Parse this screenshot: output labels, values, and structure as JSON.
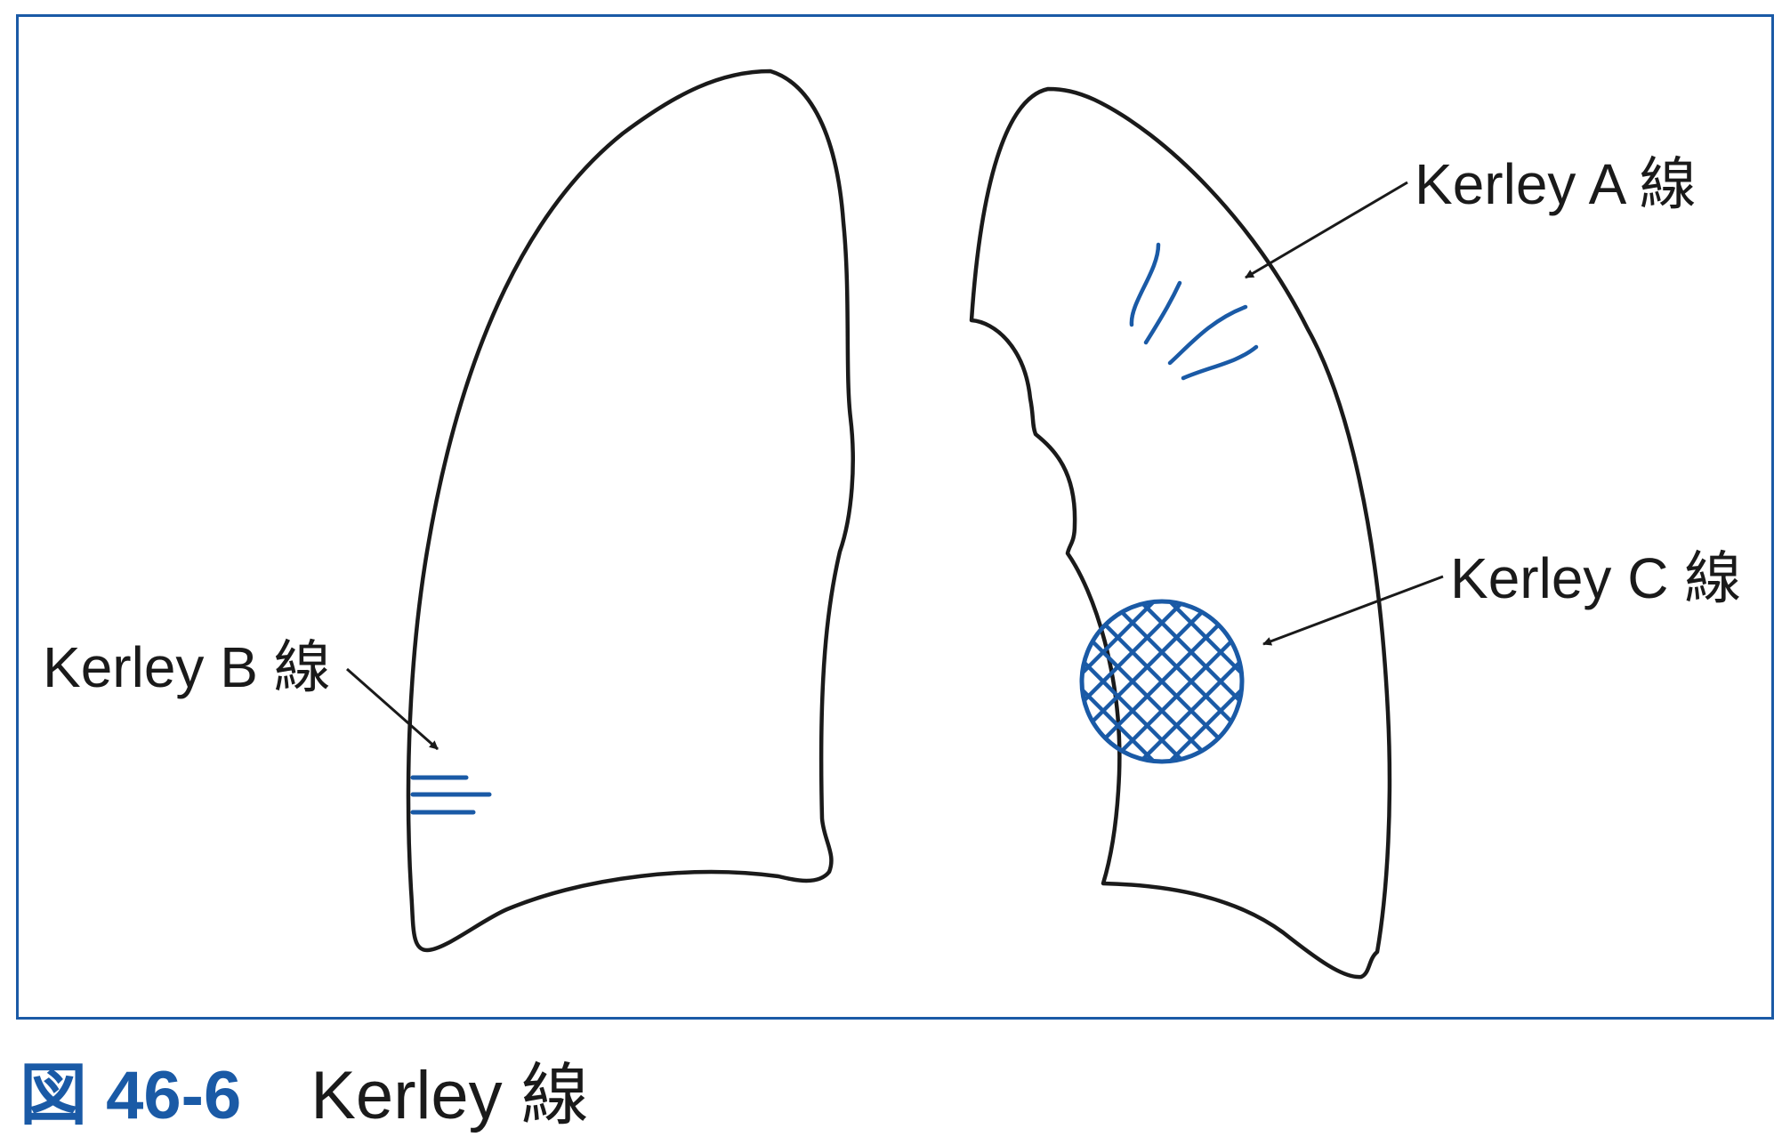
{
  "figure": {
    "caption_number": "図 46-6",
    "caption_title": "Kerley 線",
    "accent_color": "#1a5aa6",
    "outline_color": "#1a1a1a"
  },
  "labels": {
    "kerley_a": "Kerley A 線",
    "kerley_b": "Kerley B 線",
    "kerley_c": "Kerley C 線"
  }
}
